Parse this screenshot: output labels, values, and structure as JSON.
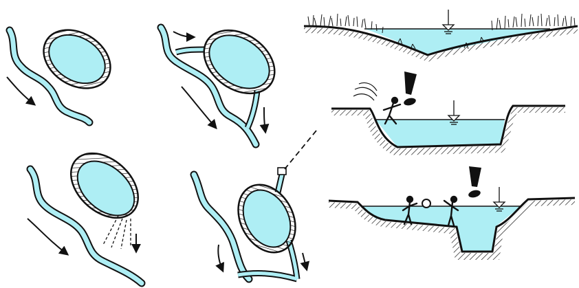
{
  "colors": {
    "water": "#aeeef4",
    "line": "#111111",
    "paper": "#ffffff"
  },
  "panels": [
    {
      "id": "pond-beside-river",
      "description_icon": "pond-icon"
    },
    {
      "id": "pond-fed-by-river-channels",
      "description_icon": "pond-icon"
    },
    {
      "id": "pond-seeping-into-ground",
      "description_icon": "pond-icon"
    },
    {
      "id": "pond-fed-by-pipe",
      "description_icon": "pond-icon"
    },
    {
      "id": "natural-shallow-bank",
      "description_icon": "cross-section-icon"
    },
    {
      "id": "steep-bank-danger",
      "description_icon": "cross-section-icon"
    },
    {
      "id": "sudden-deep-hole-danger",
      "description_icon": "cross-section-icon"
    }
  ]
}
